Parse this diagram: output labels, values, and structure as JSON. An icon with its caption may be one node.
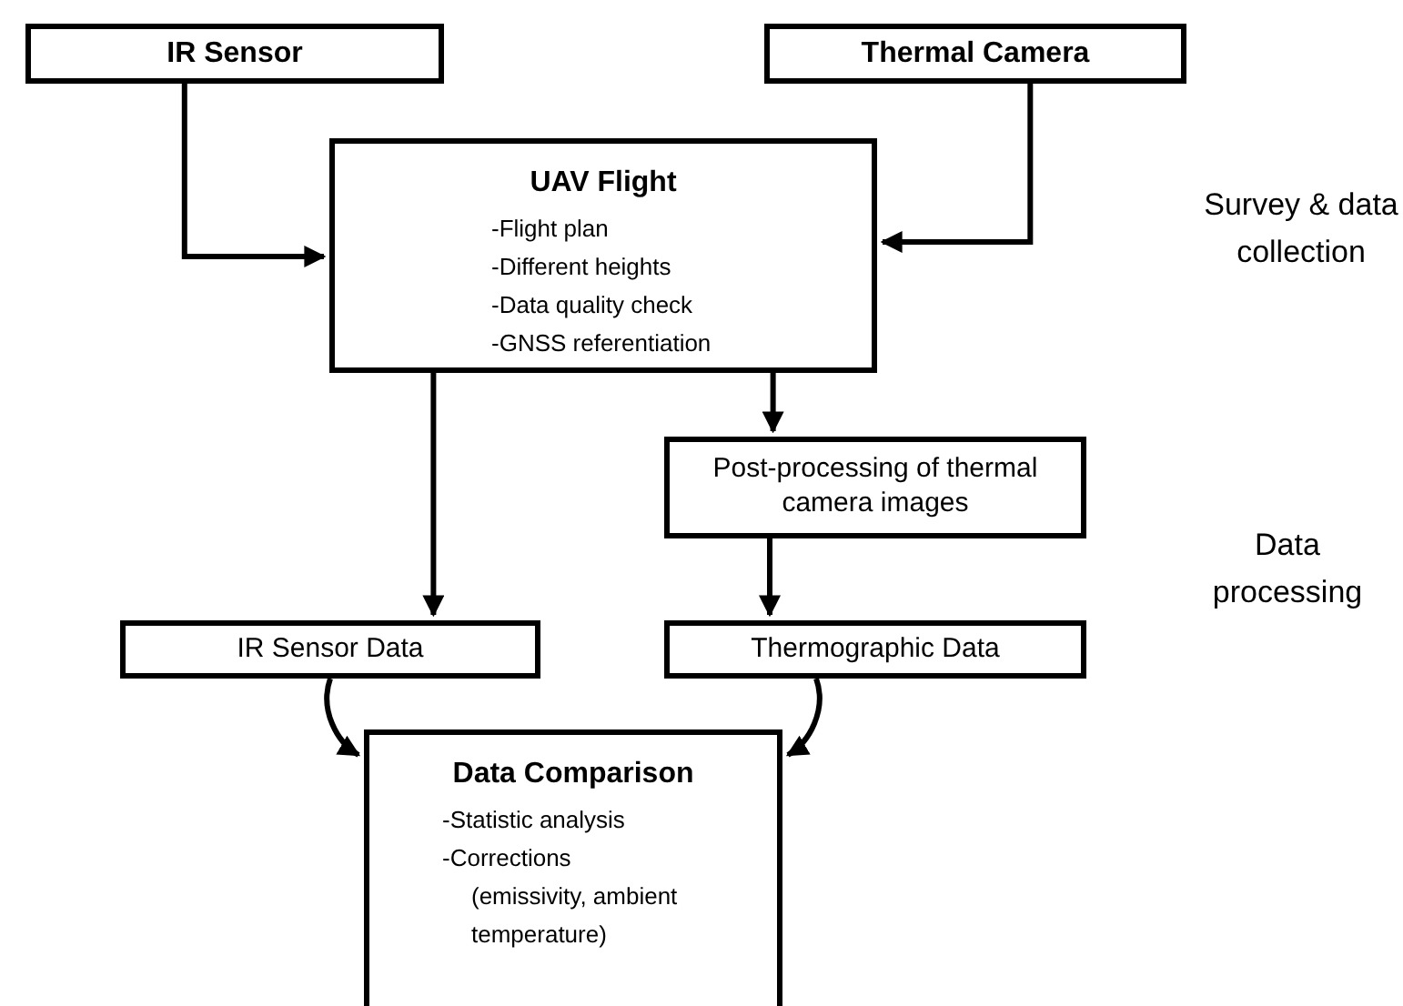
{
  "diagram": {
    "nodes": [
      {
        "text": [
          "IR Sensor"
        ]
      },
      {
        "text": [
          "Thermal Camera"
        ]
      },
      {
        "text": [
          "UAV Flight",
          "-Flight plan",
          "-Different heights",
          "-Data quality check",
          "-GNSS referentiation"
        ]
      },
      {
        "text": [
          "Post-processing of thermal camera images"
        ]
      },
      {
        "text": [
          "IR Sensor Data"
        ]
      },
      {
        "text": [
          "Thermographic Data"
        ]
      },
      {
        "text": [
          "Data Comparison",
          "-Statistic analysis",
          "-Corrections",
          "(emissivity, ambient temperature)"
        ]
      }
    ],
    "edges": [
      {
        "from": 0,
        "to": 2,
        "arrow": "to"
      },
      {
        "from": 1,
        "to": 2,
        "arrow": "to"
      },
      {
        "from": 2,
        "to": 4,
        "arrow": "to"
      },
      {
        "from": 2,
        "to": 3,
        "arrow": "to"
      },
      {
        "from": 3,
        "to": 5,
        "arrow": "to"
      },
      {
        "from": 4,
        "to": 6,
        "arrow": "to"
      },
      {
        "from": 5,
        "to": 6,
        "arrow": "to"
      }
    ],
    "labels": [
      "Survey & data collection",
      "Data processing"
    ]
  }
}
